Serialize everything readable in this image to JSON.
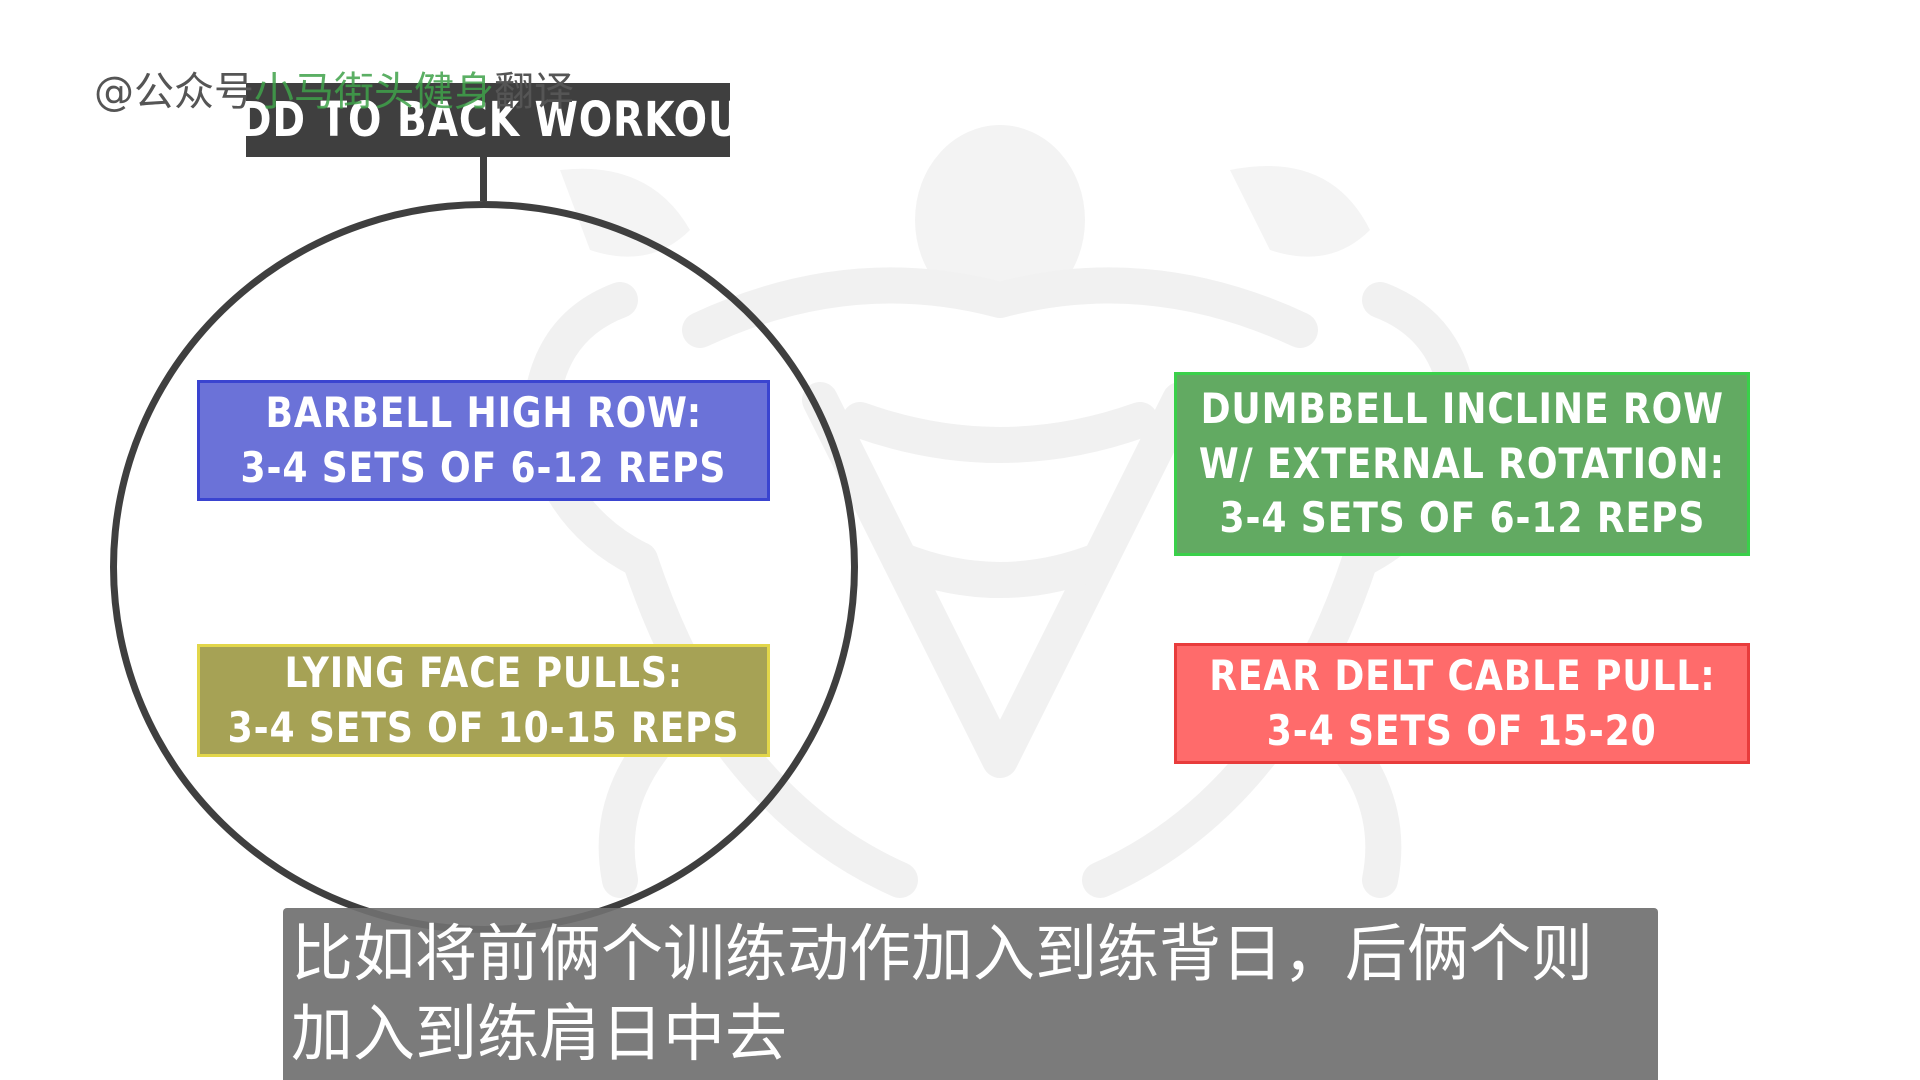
{
  "watermark_text": {
    "prefix": "@公众号",
    "name": "小马街头健身",
    "suffix": "翻译"
  },
  "title": "ADD TO BACK WORKOUT",
  "exercises": {
    "barbell": {
      "line1": "BARBELL HIGH ROW:",
      "line2": "3-4 SETS OF 6-12 REPS"
    },
    "lying": {
      "line1": "LYING FACE PULLS:",
      "line2": "3-4 SETS OF 10-15 REPS"
    },
    "dumbbell": {
      "line1": "DUMBBELL INCLINE ROW",
      "line2": "W/ EXTERNAL ROTATION:",
      "line3": "3-4 SETS OF 6-12 REPS"
    },
    "rear": {
      "line1": "REAR DELT CABLE PULL:",
      "line2": "3-4 SETS OF 15-20"
    }
  },
  "subtitle": {
    "line1": "比如将前俩个训练动作加入到练背日，后俩个则",
    "line2": "加入到练肩日中去"
  },
  "colors": {
    "barbell_fill": "#6b72d8",
    "lying_fill": "#a6a255",
    "dumbbell_fill": "#62aa62",
    "rear_fill": "#ff6b6b",
    "title_bar": "#3f3f3f"
  },
  "icons": {
    "background": "muscle-figure-watermark-icon"
  }
}
